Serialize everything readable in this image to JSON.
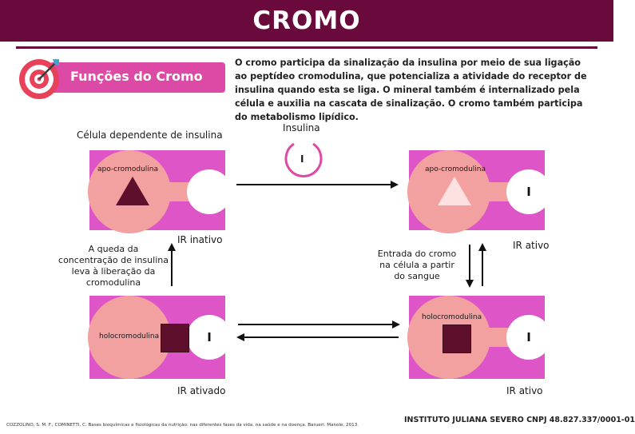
{
  "header": {
    "title": "CROMO"
  },
  "badge": {
    "label": "Funções do Cromo",
    "icon": "target-icon"
  },
  "intro": {
    "text": "O cromo participa da sinalização da insulina por meio de sua ligação ao peptídeo cromodulina, que potencializa a atividade do receptor de insulina quando esta se liga. O mineral também é internalizado pela célula e auxilia na cascata de sinalização.  O cromo também participa do metabolismo lipídico."
  },
  "diagram": {
    "cell_title": "Célula dependente de insulina",
    "insulin_label": "Insulina",
    "insulin_symbol": "I",
    "receptor_symbol": "I",
    "top_left": {
      "molecule": "apo-cromodulina",
      "state": "IR inativo"
    },
    "top_right": {
      "molecule": "apo-cromodulina",
      "state": "IR ativo"
    },
    "bottom_left": {
      "molecule": "holocromodulina",
      "state": "IR ativado"
    },
    "bottom_right": {
      "molecule": "holocromodulina",
      "state": "IR ativo"
    },
    "left_note": "A queda da concentração de insulina leva à liberação da cromodulina",
    "right_note": "Entrada do cromo na célula a partir do sangue"
  },
  "footer": {
    "reference": "COZZOLINO, S. M. F.; COMINETTI, C. Bases bioquímicas e fisiológicas da nutrição: nas diferentes fases da vida, na saúde e na doença. Barueri: Manole, 2013.",
    "institute": "INSTITUTO JULIANA SEVERO CNPJ 48.827.337/0001-01"
  },
  "colors": {
    "header_bg": "#6a0a3c",
    "cell_bg": "#dd55c6",
    "cytoplasm": "#f3a0a0",
    "chromium_dark": "#5e0f2c",
    "chromium_light": "#fde0e0"
  }
}
